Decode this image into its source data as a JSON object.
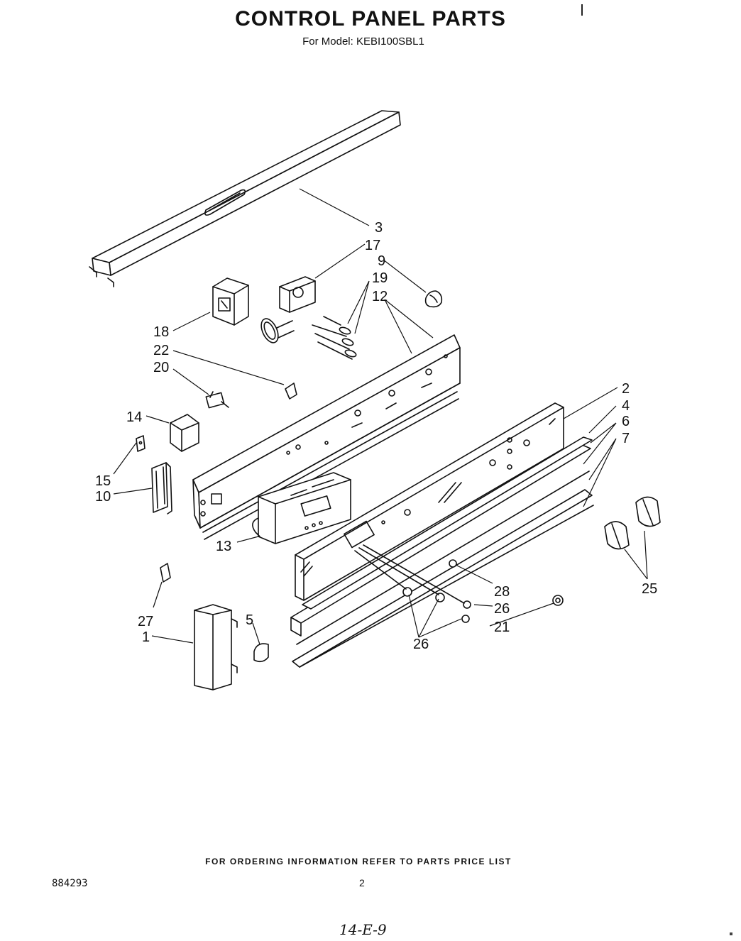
{
  "header": {
    "title": "CONTROL PANEL PARTS",
    "model_line": "For Model: KEBI100SBL1"
  },
  "callouts": [
    {
      "id": "c3",
      "label": "3"
    },
    {
      "id": "c17",
      "label": "17"
    },
    {
      "id": "c9",
      "label": "9"
    },
    {
      "id": "c19",
      "label": "19"
    },
    {
      "id": "c12",
      "label": "12"
    },
    {
      "id": "c18",
      "label": "18"
    },
    {
      "id": "c22",
      "label": "22"
    },
    {
      "id": "c20",
      "label": "20"
    },
    {
      "id": "c14",
      "label": "14"
    },
    {
      "id": "c15",
      "label": "15"
    },
    {
      "id": "c10",
      "label": "10"
    },
    {
      "id": "c13",
      "label": "13"
    },
    {
      "id": "c27",
      "label": "27"
    },
    {
      "id": "c5",
      "label": "5"
    },
    {
      "id": "c1",
      "label": "1"
    },
    {
      "id": "c2",
      "label": "2"
    },
    {
      "id": "c4",
      "label": "4"
    },
    {
      "id": "c6",
      "label": "6"
    },
    {
      "id": "c7",
      "label": "7"
    },
    {
      "id": "c25",
      "label": "25"
    },
    {
      "id": "c28",
      "label": "28"
    },
    {
      "id": "c26a",
      "label": "26"
    },
    {
      "id": "c21",
      "label": "21"
    },
    {
      "id": "c26b",
      "label": "26"
    }
  ],
  "footer": {
    "ordering_note": "FOR ORDERING INFORMATION REFER TO PARTS PRICE LIST",
    "doc_number": "884293",
    "page_number": "2",
    "handwritten_code": "14-E-9"
  }
}
